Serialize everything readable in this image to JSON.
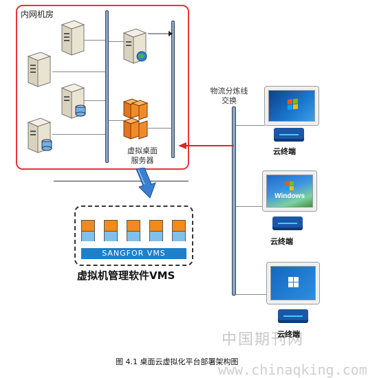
{
  "server_room": {
    "label": "内网机房"
  },
  "vdesk_server": {
    "label_line1": "虚拟桌面",
    "label_line2": "服务器"
  },
  "switch": {
    "label_line1": "物流分炼线",
    "label_line2": "交换"
  },
  "terminals": [
    {
      "label": "云终端"
    },
    {
      "label": "云终端"
    },
    {
      "label": "云终端"
    }
  ],
  "vms": {
    "strip_text": "SANGFOR VMS",
    "title": "虚拟机管理软件VMS"
  },
  "caption": "图 4.1 桌面云虚拟化平台部署架构图",
  "watermark": "中国期刊网",
  "url": "www.chinaqking.com",
  "colors": {
    "room_border": "#e8323a",
    "arrow": "#d8262c",
    "vms_strip": "#1f7fc8"
  }
}
